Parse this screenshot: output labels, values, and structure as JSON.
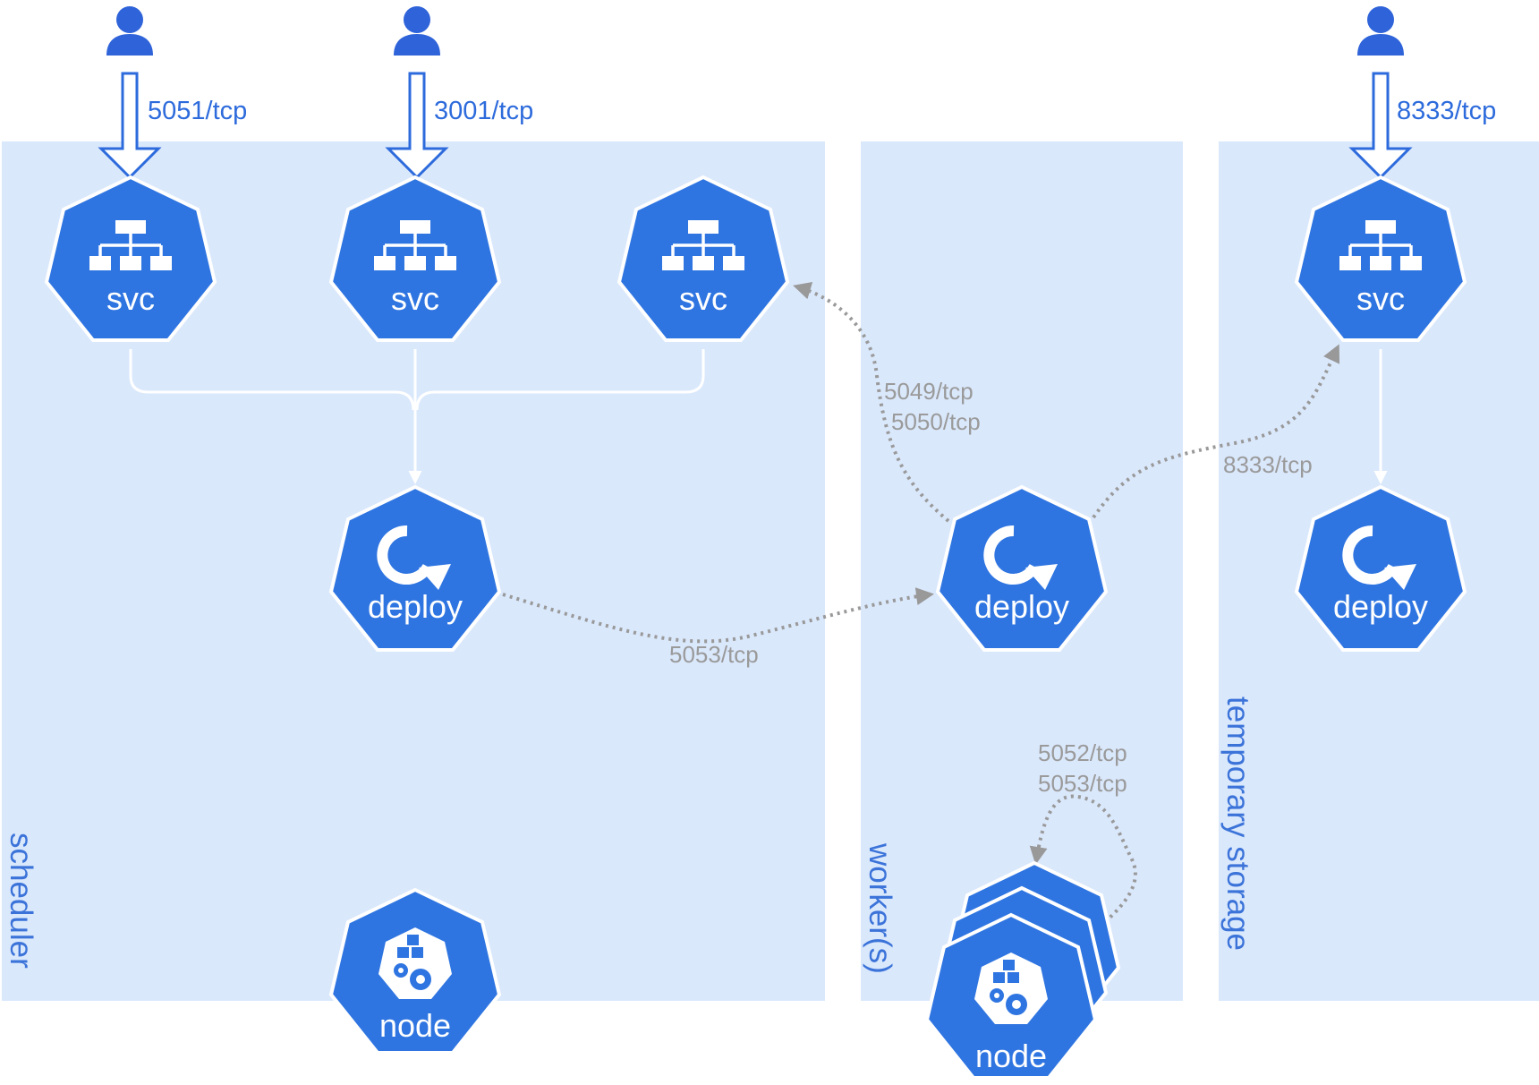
{
  "zones": {
    "scheduler": "scheduler",
    "workers": "worker(s)",
    "storage": "temporary storage"
  },
  "nodes": {
    "svc_label": "svc",
    "deploy_label": "deploy",
    "node_label": "node"
  },
  "ports": {
    "in_5051": "5051/tcp",
    "in_3001": "3001/tcp",
    "in_8333": "8333/tcp",
    "flow_5049": "5049/tcp",
    "flow_5050": "5050/tcp",
    "flow_8333": "8333/tcp",
    "flow_5053": "5053/tcp",
    "flow_5052_loop": "5052/tcp",
    "flow_5053_loop": "5053/tcp"
  },
  "colors": {
    "zone_fill": "#dae8fc",
    "k8s_blue": "#2f75e1",
    "label_blue": "#3b73d9",
    "flow_gray": "#999999"
  },
  "icons": [
    "user-icon",
    "service-tree-icon",
    "refresh-icon",
    "node-cubes-icon"
  ]
}
